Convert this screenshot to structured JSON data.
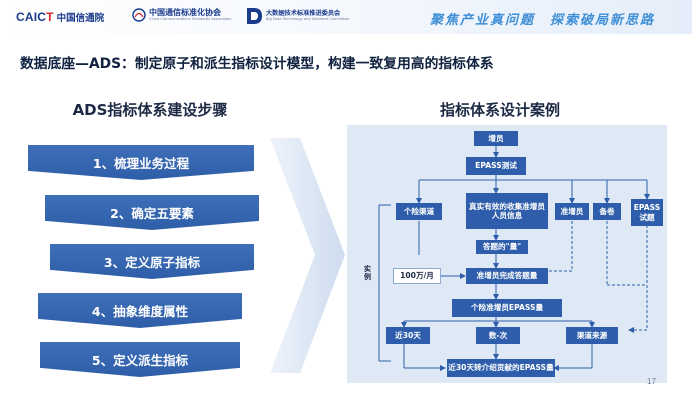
{
  "header": {
    "logo1": {
      "en_left": "CAIC",
      "en_right": "T",
      "cn": "中国信通院"
    },
    "logo2": {
      "cn": "中国通信标准化协会",
      "en": "China Communications Standards Association"
    },
    "logo3": {
      "cn": "大数据技术标准推进委员会",
      "en": "Big Data Technology and Standard Committee"
    },
    "slogan": "聚焦产业真问题　探索破局新思路"
  },
  "headline": "数据底座—ADS：制定原子和派生指标设计模型，构建一致复用高的指标体系",
  "left": {
    "title": "ADS指标体系建设步骤",
    "steps": [
      "1、梳理业务过程",
      "2、确定五要素",
      "3、定义原子指标",
      "4、抽象维度属性",
      "5、定义派生指标"
    ]
  },
  "right": {
    "title": "指标体系设计案例",
    "boxes": {
      "zengyuan": "增员",
      "epass_test": "EPASS测试",
      "gexian": "个险渠道",
      "zhenshi": "真实有效的收集准增员人员信息",
      "zhunzengyuan": "准增员",
      "beijuan": "备卷",
      "epass_shiti": "EPASS试题",
      "datilv": "答题的\"量\"",
      "wanyuan": "100万/月",
      "wancheng": "准增员完成答题量",
      "gexian_epass": "个险准增员EPASS量",
      "jin30": "近30天",
      "shu_ci": "数-次",
      "qudao": "渠道来源",
      "result": "近30天转介绍贡献的EPASS量"
    },
    "side_label": "实例"
  },
  "page_number": "17"
}
